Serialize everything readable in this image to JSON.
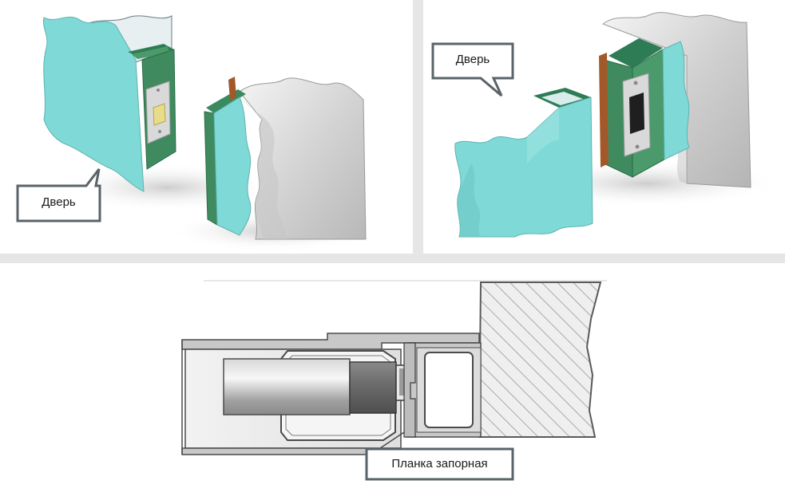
{
  "callouts": {
    "door_left": "Дверь",
    "door_right": "Дверь",
    "strike_plate": "Планка запорная"
  }
}
